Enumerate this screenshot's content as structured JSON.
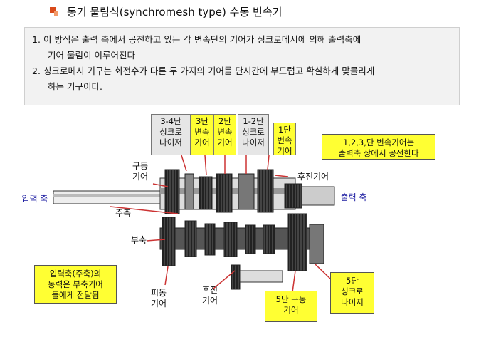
{
  "title": "동기 물림식(synchromesh type) 수동 변속기",
  "notes": [
    {
      "num": "1.",
      "lines": [
        "이 방식은  출력 축에서 공전하고 있는 각 변속단의 기어가 싱크로메시에 의해 출력축에",
        "기어 물림이 이루어진다"
      ]
    },
    {
      "num": "2.",
      "lines": [
        "싱크로메시 기구는 회전수가 다른 두 가지의 기어를 단시간에 부드럽고 확실하게 맞물리게",
        "하는 기구이다."
      ]
    }
  ],
  "diagram": {
    "boxes": [
      {
        "lines": [
          "3-4단",
          "싱크로",
          "나이저"
        ],
        "style": "grey"
      },
      {
        "lines": [
          "3단",
          "변속",
          "기어"
        ],
        "style": "yellow"
      },
      {
        "lines": [
          "2단",
          "변속",
          "기어"
        ],
        "style": "yellow"
      },
      {
        "lines": [
          "1-2단",
          "싱크로",
          "나이저"
        ],
        "style": "grey"
      },
      {
        "lines": [
          "1단",
          "변속",
          "기어"
        ],
        "style": "yellow"
      }
    ],
    "labels": {
      "drive_gear": [
        "구동",
        "기어"
      ],
      "reverse_gear_top": "후진기어",
      "input_shaft": "입력 축",
      "output_shaft": "출력 축",
      "main_shaft": "주축",
      "counter_shaft": "부축",
      "driven_gear": [
        "피동",
        "기어"
      ],
      "reverse_gear_bottom": [
        "후진",
        "기어"
      ]
    },
    "callouts": {
      "idle": [
        "1,2,3,단 변속기어는",
        "출력축 상에서 공전한다"
      ],
      "input": [
        "입력축(주축)의",
        "동력은 부축기어",
        "들에게 전달됨"
      ],
      "fifth_drive": [
        "5단 구동",
        "기어"
      ],
      "fifth_sync": [
        "5단",
        "싱크로",
        "나이저"
      ]
    }
  },
  "colors": {
    "accent": "#d94a1a",
    "callout": "#ffff33",
    "box_grey": "#e6e6e6",
    "blue_label": "#1a1aa0"
  }
}
